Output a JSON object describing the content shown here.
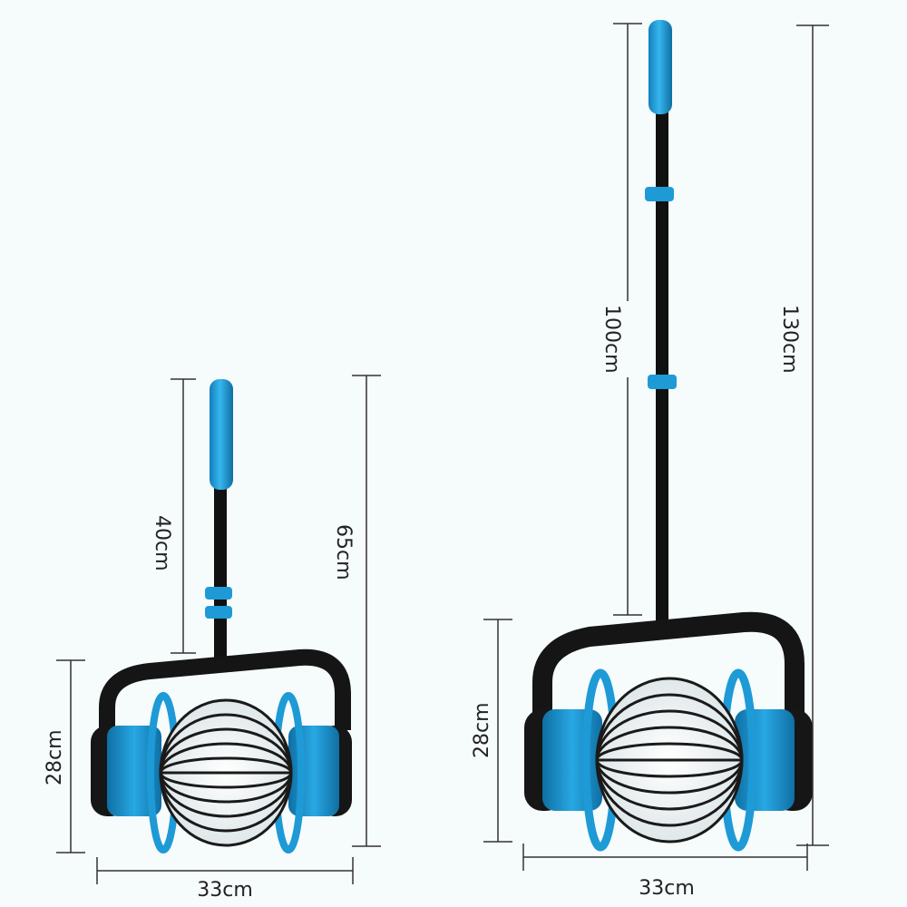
{
  "colors": {
    "background": "#f6fbfb",
    "accent_blue": "#1e9ad6",
    "frame_black": "#1a1a1a",
    "dimension_line": "#333333"
  },
  "short_picker": {
    "handle_extension": "40cm",
    "total_height": "65cm",
    "basket_height": "28cm",
    "width": "33cm"
  },
  "long_picker": {
    "handle_extension": "100cm",
    "total_height": "130cm",
    "basket_height": "28cm",
    "width": "33cm"
  }
}
